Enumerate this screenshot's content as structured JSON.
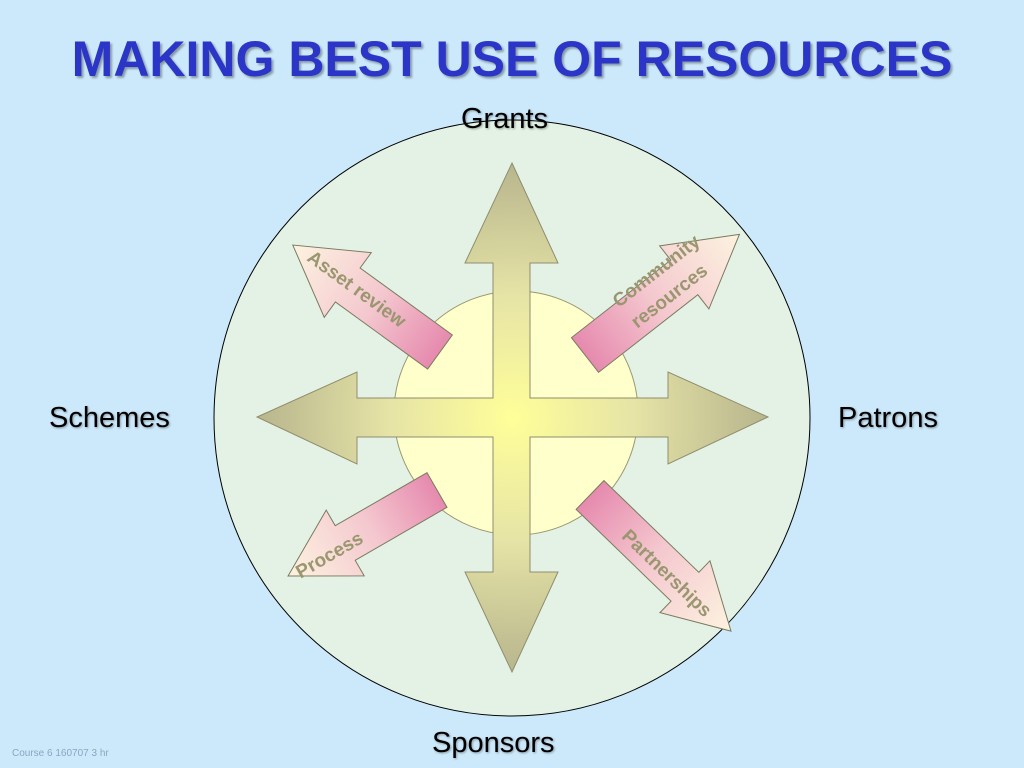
{
  "title": "MAKING BEST USE OF RESOURCES",
  "outer_labels": {
    "top": "Grants",
    "left": "Schemes",
    "right": "Patrons",
    "bottom": "Sponsors"
  },
  "inward_arrows": {
    "top_left": "Asset review",
    "top_right_line1": "Community",
    "top_right_line2": "resources",
    "bottom_left": "Process",
    "bottom_right": "Partnerships"
  },
  "footer": "Course 6  160707 3 hr",
  "colors": {
    "background": "#cce9fb",
    "title": "#2b35c7",
    "outer_circle": "#e4f2e6",
    "inner_circle": "#ffffcc",
    "cross_arrow_edge": "#b7b48c",
    "cross_arrow_center": "#ffff99",
    "inward_arrow_tip": "#e890b0",
    "inward_arrow_base": "#fdf3e0"
  }
}
